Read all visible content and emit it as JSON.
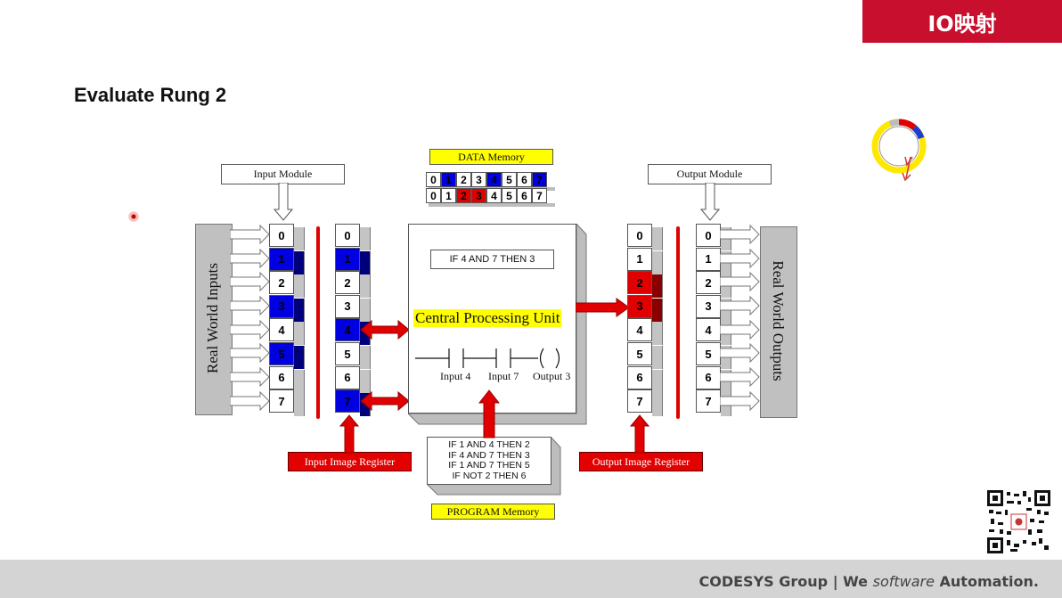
{
  "header": {
    "tab_title": "IO映射",
    "slide_title": "Evaluate Rung 2"
  },
  "footer": {
    "brand": "CODESYS Group | We ",
    "brand_italic": "software",
    "brand_end": " Automation."
  },
  "diagram": {
    "input_module_label": "Input Module",
    "output_module_label": "Output Module",
    "real_world_inputs": "Real World Inputs",
    "real_world_outputs": "Real World Outputs",
    "data_memory_label": "DATA Memory",
    "program_memory_label": "PROGRAM Memory",
    "input_image_register_label": "Input Image Register",
    "output_image_register_label": "Output Image Register",
    "cpu_title": "Central Processing Unit",
    "current_rung": "IF 4 AND 7 THEN 3",
    "ladder": {
      "contact1": "Input 4",
      "contact2": "Input 7",
      "coil": "Output 3"
    },
    "program_lines": [
      "IF 1 AND 4 THEN 2",
      "IF 4 AND 7 THEN 3",
      "IF 1 AND 7 THEN 5",
      "IF NOT 2 THEN 6"
    ],
    "bits": [
      "0",
      "1",
      "2",
      "3",
      "4",
      "5",
      "6",
      "7"
    ],
    "input_module_on": [
      1,
      3,
      5
    ],
    "input_register_on": [
      1,
      4,
      7
    ],
    "output_register_on": [
      2,
      3
    ],
    "output_module_on": [],
    "data_memory_top_on": [
      1,
      4,
      7
    ],
    "data_memory_bottom_on": [
      2,
      3
    ],
    "colors": {
      "on_input": "#0000e0",
      "on_output": "#e00000",
      "accent": "#c8102e",
      "highlight": "#ffff00"
    }
  }
}
